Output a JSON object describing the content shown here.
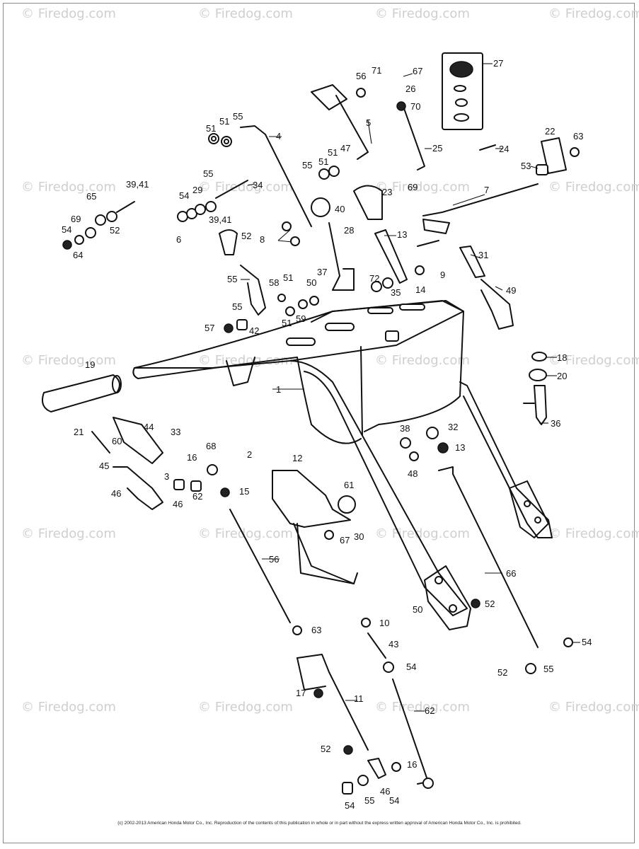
{
  "watermark": "© Firedog.com",
  "copyright": "(c) 2002-2013 American Honda Motor Co., Inc. Reproduction of the contents of this publication in whole or in part without the express written approval of American Honda Motor Co., Inc. is prohibited.",
  "callouts": [
    "27",
    "56",
    "71",
    "67",
    "26",
    "70",
    "5",
    "4",
    "51",
    "51",
    "55",
    "22",
    "63",
    "25",
    "24",
    "55",
    "55",
    "51",
    "51",
    "47",
    "53",
    "39,41",
    "65",
    "34",
    "69",
    "69",
    "54",
    "54",
    "29",
    "23",
    "7",
    "40",
    "52",
    "39,41",
    "64",
    "8",
    "52",
    "6",
    "28",
    "13",
    "31",
    "9",
    "55",
    "37",
    "58",
    "51",
    "50",
    "72",
    "35",
    "14",
    "49",
    "55",
    "51",
    "59",
    "57",
    "42",
    "18",
    "20",
    "19",
    "1",
    "36",
    "38",
    "32",
    "13",
    "21",
    "44",
    "33",
    "48",
    "60",
    "16",
    "68",
    "2",
    "12",
    "45",
    "3",
    "61",
    "46",
    "46",
    "62",
    "15",
    "56",
    "67",
    "30",
    "66",
    "50",
    "52",
    "63",
    "10",
    "43",
    "54",
    "54",
    "55",
    "52",
    "17",
    "11",
    "62",
    "52",
    "16",
    "46",
    "54",
    "55",
    "54"
  ]
}
